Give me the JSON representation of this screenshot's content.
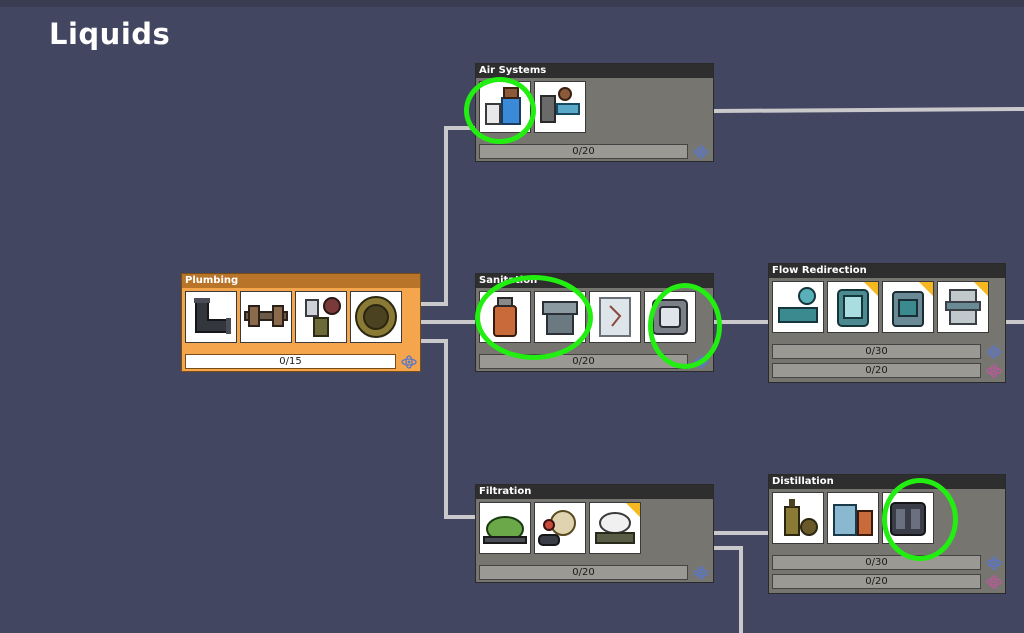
{
  "section": {
    "title": "Liquids"
  },
  "nodes": {
    "plumbing": {
      "title": "Plumbing",
      "progress": [
        "0/15"
      ]
    },
    "air_systems": {
      "title": "Air Systems",
      "progress": [
        "0/20"
      ]
    },
    "sanitation": {
      "title": "Sanitation",
      "progress": [
        "0/20"
      ]
    },
    "flow_redirection": {
      "title": "Flow Redirection",
      "progress": [
        "0/30",
        "0/20"
      ]
    },
    "filtration": {
      "title": "Filtration",
      "progress": [
        "0/20"
      ]
    },
    "distillation": {
      "title": "Distillation",
      "progress": [
        "0/30",
        "0/20"
      ]
    }
  },
  "icons": {
    "research_primary": "atom-icon",
    "research_secondary": "atom-icon",
    "new_badge": "corner-badge"
  },
  "colors": {
    "background": "#434660",
    "selected_node": "#f5a54b",
    "node": "#777570",
    "header": "#2e2e2e",
    "highlight": "#22ee11",
    "badge": "#f5b81f",
    "research_primary": "#5a78c8",
    "research_secondary": "#b85a9a"
  }
}
